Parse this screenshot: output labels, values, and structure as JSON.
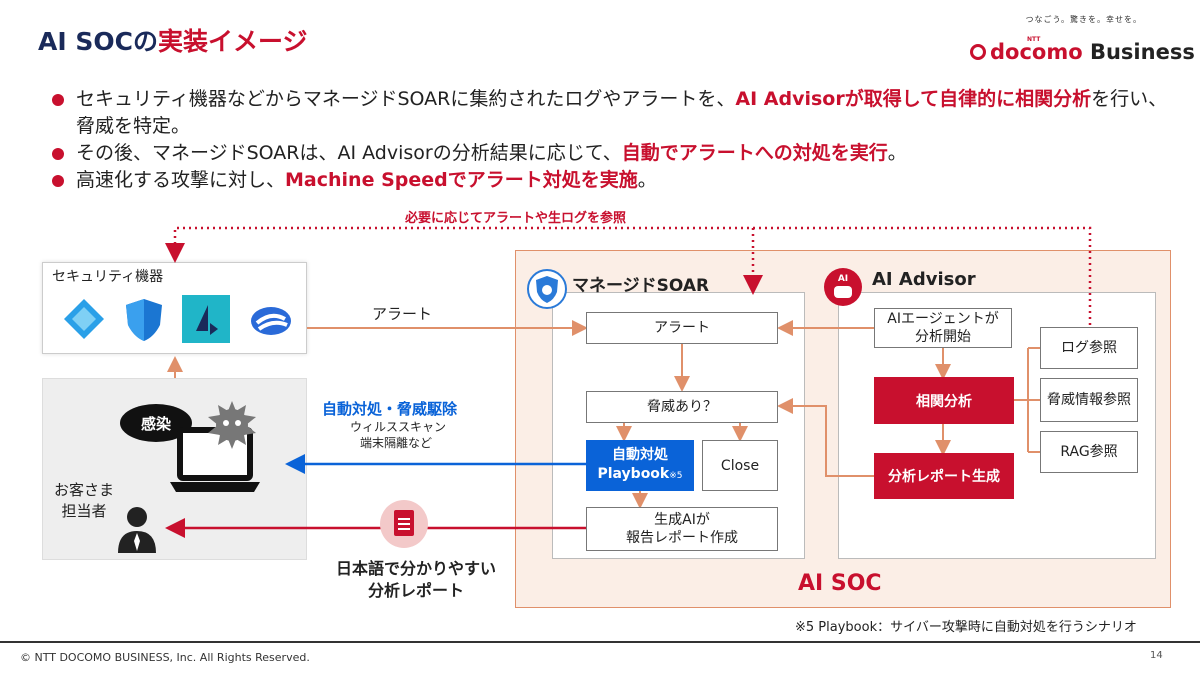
{
  "title": {
    "plain": "AI SOCの",
    "red": "実装イメージ"
  },
  "brand": {
    "tagline": "つなごう。驚きを。幸せを。",
    "ntt": "NTT",
    "name_red": "docomo",
    "name_dark": "Business"
  },
  "bullets": [
    {
      "a": "セキュリティ機器などからマネージドSOARに集約されたログやアラートを、",
      "b": "AI Advisorが取得して自律的に相関分析",
      "c": "を行い、脅威を特定。"
    },
    {
      "a": "その後、マネージドSOARは、AI Advisorの分析結果に応じて、",
      "b": "自動でアラートへの対処を実行",
      "c": "。"
    },
    {
      "a": "高速化する攻撃に対し、",
      "b": "Machine Speedでアラート対処を実施",
      "c": "。"
    }
  ],
  "diagram": {
    "top_note": "必要に応じてアラートや生ログを参照",
    "security_devices": "セキュリティ機器",
    "alert_label": "アラート",
    "auto_response": "自動対処・脅威駆除",
    "auto_response_sub1": "ウィルススキャン",
    "auto_response_sub2": "端末隔離など",
    "infected": "感染",
    "customer_line1": "お客さま",
    "customer_line2": "担当者",
    "report_line1": "日本語で分かりやすい",
    "report_line2": "分析レポート",
    "soar_title": "マネージドSOAR",
    "soar_alert": "アラート",
    "soar_threat": "脅威あり？",
    "playbook_line1": "自動対処",
    "playbook_line2": "Playbook",
    "playbook_note": "※5",
    "close": "Close",
    "genai_line1": "生成AIが",
    "genai_line2": "報告レポート作成",
    "advisor_title": "AI Advisor",
    "advisor_badge": "AI",
    "agent_line1": "AIエージェントが",
    "agent_line2": "分析開始",
    "correlation": "相関分析",
    "report_gen": "分析レポート生成",
    "log_ref": "ログ参照",
    "threat_ref": "脅威情報参照",
    "rag_ref": "RAG参照",
    "ai_soc": "AI SOC"
  },
  "footnote": "※5 Playbook：サイバー攻撃時に自動対処を行うシナリオ",
  "footer": "© NTT DOCOMO BUSINESS, Inc. All Rights Reserved.",
  "page_number": "14",
  "colors": {
    "red": "#c8102e",
    "blue": "#0a63d8",
    "orange_arrow": "#e0906a",
    "soc_bg": "#fbeee6"
  }
}
